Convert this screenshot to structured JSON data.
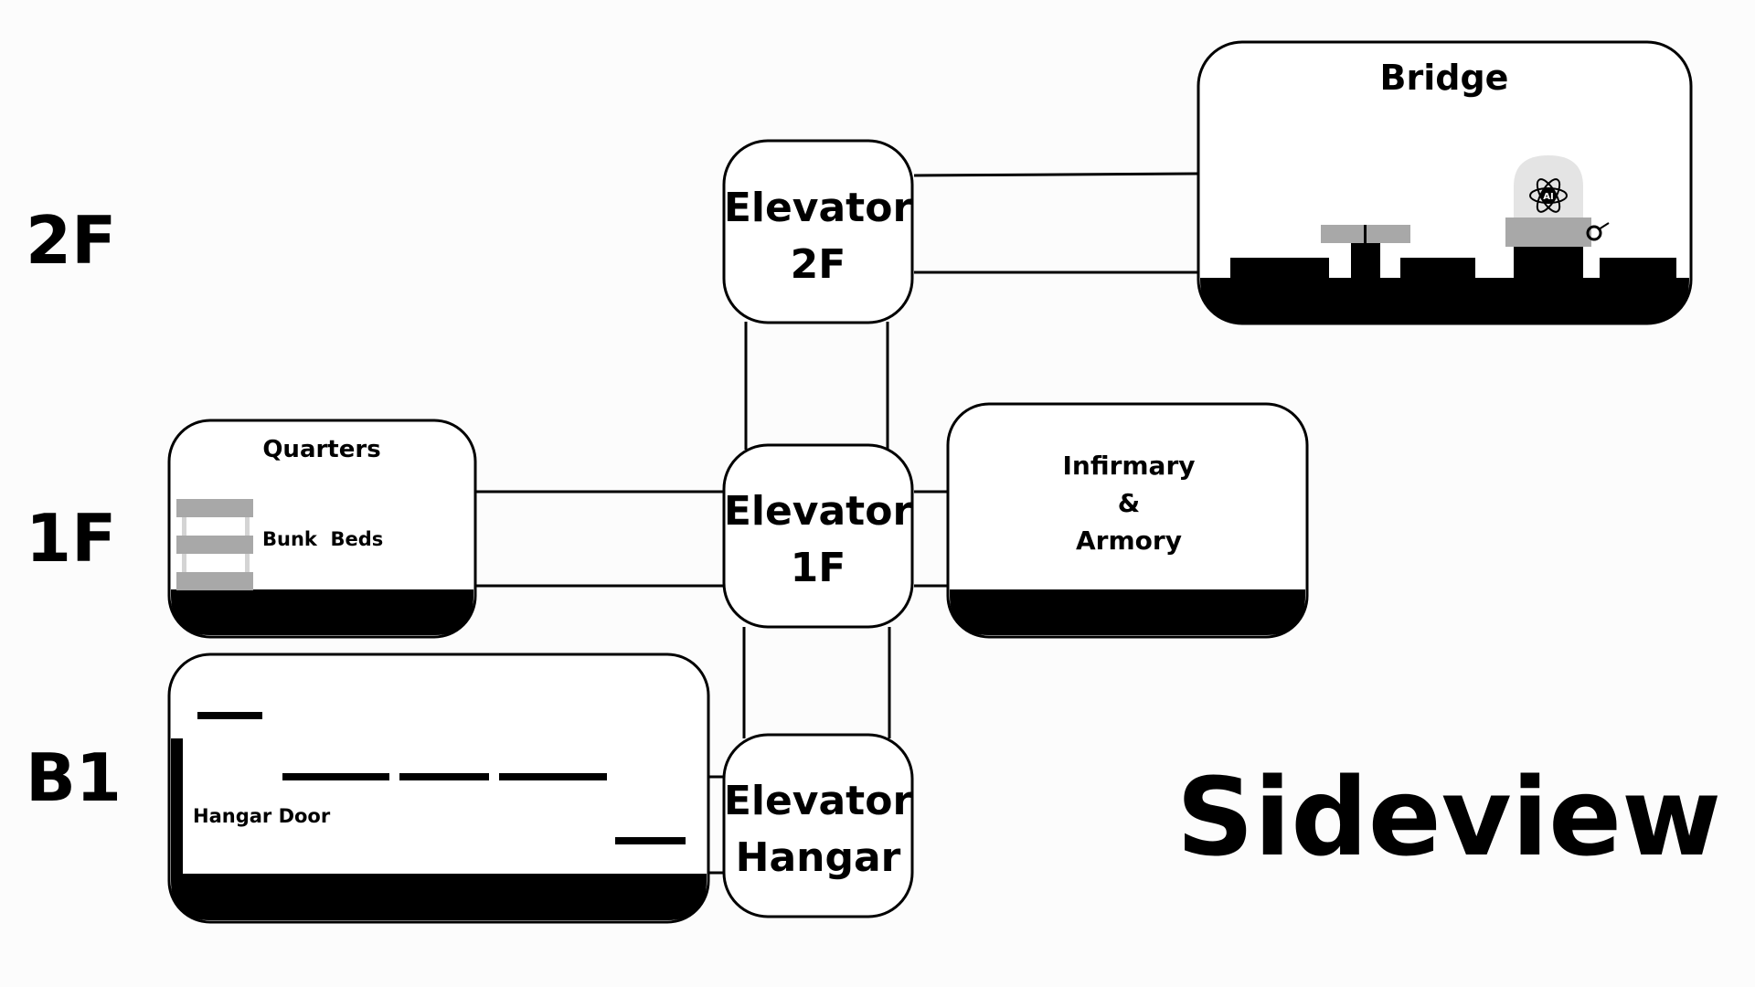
{
  "title": "Sideview",
  "floors": {
    "f2": "2F",
    "f1": "1F",
    "b1": "B1"
  },
  "elevators": {
    "e2f": {
      "line1": "Elevator",
      "line2": "2F"
    },
    "e1f": {
      "line1": "Elevator",
      "line2": "1F"
    },
    "ehangar": {
      "line1": "Elevator",
      "line2": "Hangar"
    }
  },
  "rooms": {
    "bridge": {
      "title": "Bridge",
      "icon": "ai-atom-icon",
      "icon_text": "AI"
    },
    "quarters": {
      "title": "Quarters",
      "bunk_label": "Bunk  Beds"
    },
    "infirmary": {
      "line1": "Infirmary",
      "line2": "&",
      "line3": "Armory"
    },
    "hangar": {
      "door_label": "Hangar Door"
    }
  }
}
